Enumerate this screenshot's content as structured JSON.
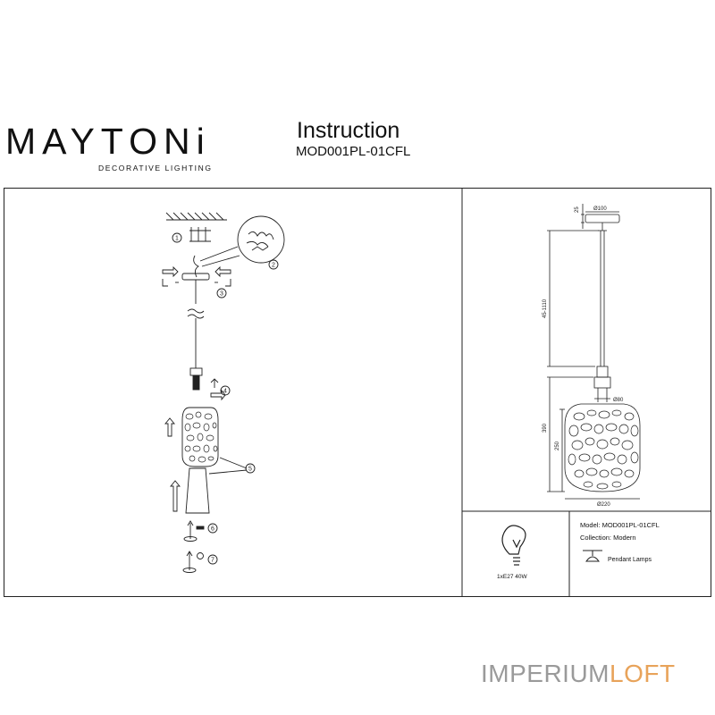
{
  "header": {
    "brand": "MAYTONi",
    "tagline": "DECORATIVE LIGHTING",
    "title": "Instruction",
    "model": "MOD001PL-01CFL"
  },
  "steps": [
    "1",
    "2",
    "3",
    "4",
    "5",
    "6",
    "7"
  ],
  "dimensions": {
    "canopy_height": "25",
    "canopy_diameter": "Ø100",
    "cable_length": "45-1110",
    "socket_diameter": "Ø80",
    "total_height": "390",
    "shade_height": "250",
    "shade_diameter": "Ø220"
  },
  "info": {
    "bulb": "1xE27 40W",
    "model": "Model: MOD001PL-01CFL",
    "collection": "Collection: Modern",
    "type": "Pendant Lamps"
  },
  "watermark": {
    "part1": "IMPERIUM",
    "part2": "LOFT"
  },
  "colors": {
    "line": "#222222",
    "watermark_gray": "#9a9a9a",
    "watermark_accent": "#e8a35a"
  }
}
